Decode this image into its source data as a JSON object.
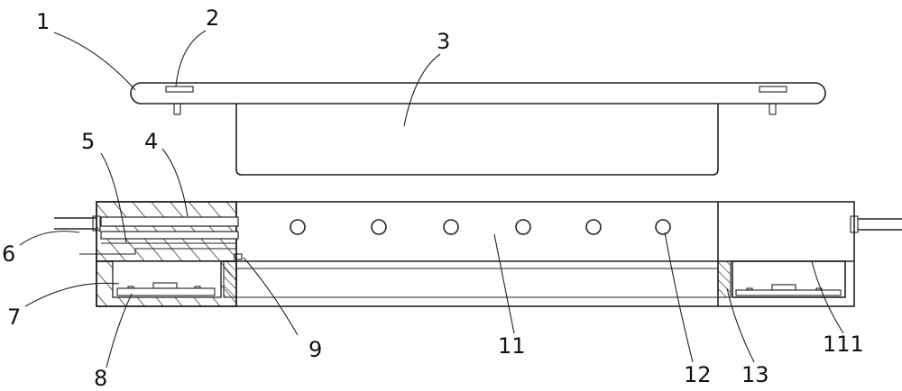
{
  "labels": {
    "l1": "1",
    "l2": "2",
    "l3": "3",
    "l4": "4",
    "l5": "5",
    "l6": "6",
    "l7": "7",
    "l8": "8",
    "l9": "9",
    "l11": "11",
    "l12": "12",
    "l13": "13",
    "l111": "111"
  }
}
